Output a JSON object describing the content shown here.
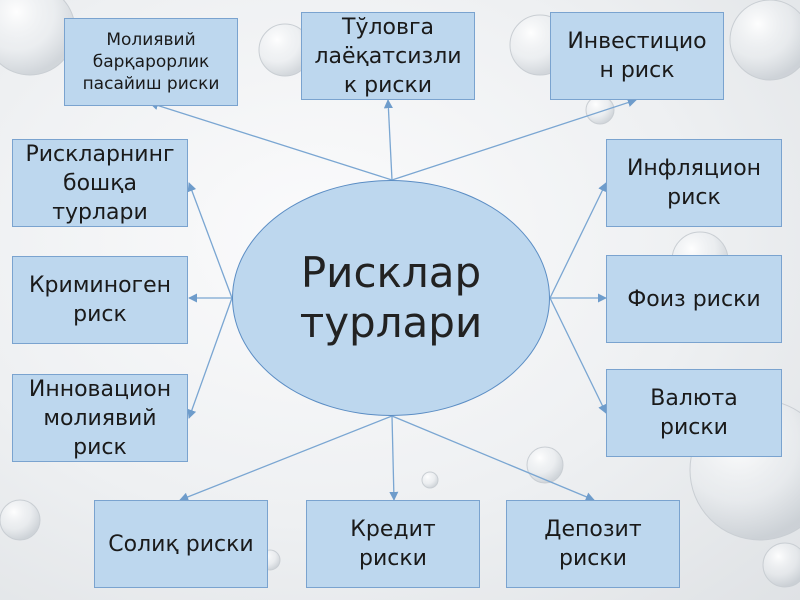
{
  "diagram": {
    "center": {
      "label": "Рисклар\nтурлари"
    },
    "nodes": [
      {
        "id": "fin-stability",
        "label": "Молиявий\nбарқарорлик\nпасайиш риски"
      },
      {
        "id": "insolvency",
        "label": "Тўловга\nлаёқатсизли\nк риски"
      },
      {
        "id": "investment",
        "label": "Инвестицио\nн риск"
      },
      {
        "id": "other-types",
        "label": "Рискларнинг\nбошқа\nтурлари"
      },
      {
        "id": "inflation",
        "label": "Инфляцион\nриск"
      },
      {
        "id": "criminogenic",
        "label": "Криминоген\nриск"
      },
      {
        "id": "interest",
        "label": "Фоиз риски"
      },
      {
        "id": "innovation",
        "label": "Инновацион\nмолиявий\nриск"
      },
      {
        "id": "currency",
        "label": "Валюта\nриски"
      },
      {
        "id": "tax",
        "label": "Солиқ риски"
      },
      {
        "id": "credit",
        "label": "Кредит\nриски"
      },
      {
        "id": "deposit",
        "label": "Депозит\nриски"
      }
    ]
  }
}
